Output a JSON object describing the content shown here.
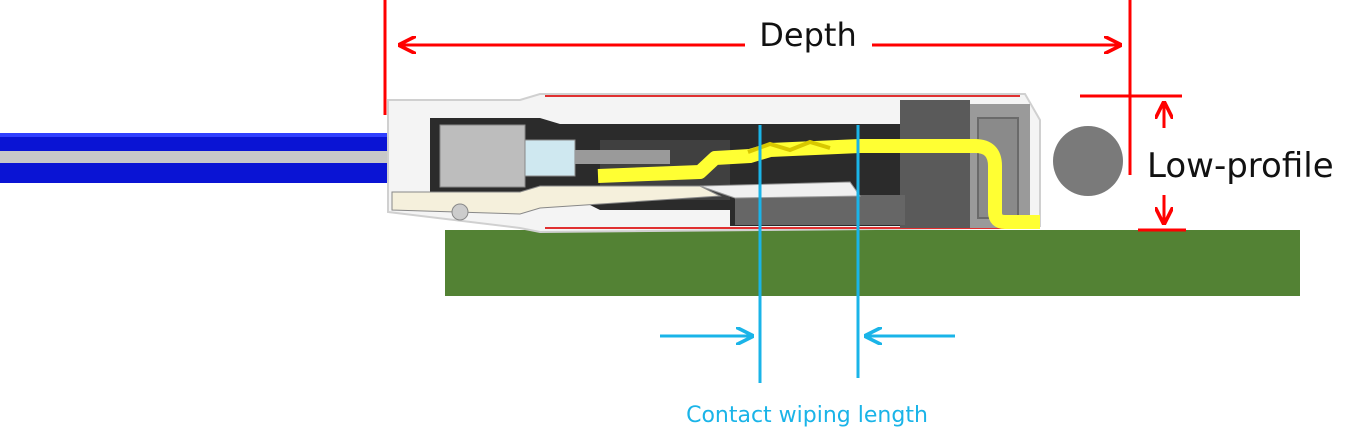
{
  "labels": {
    "depth": "Depth",
    "low_profile": "Low-profile",
    "contact_wiping_length": "Contact wiping length"
  },
  "colors": {
    "dimension_red": "#ff0000",
    "dimension_blue": "#1ab4e8",
    "cable_blue": "#0a14d4",
    "pcb_green": "#538234",
    "contact_yellow": "#ffff33",
    "housing_dark": "#2b2b2b"
  }
}
